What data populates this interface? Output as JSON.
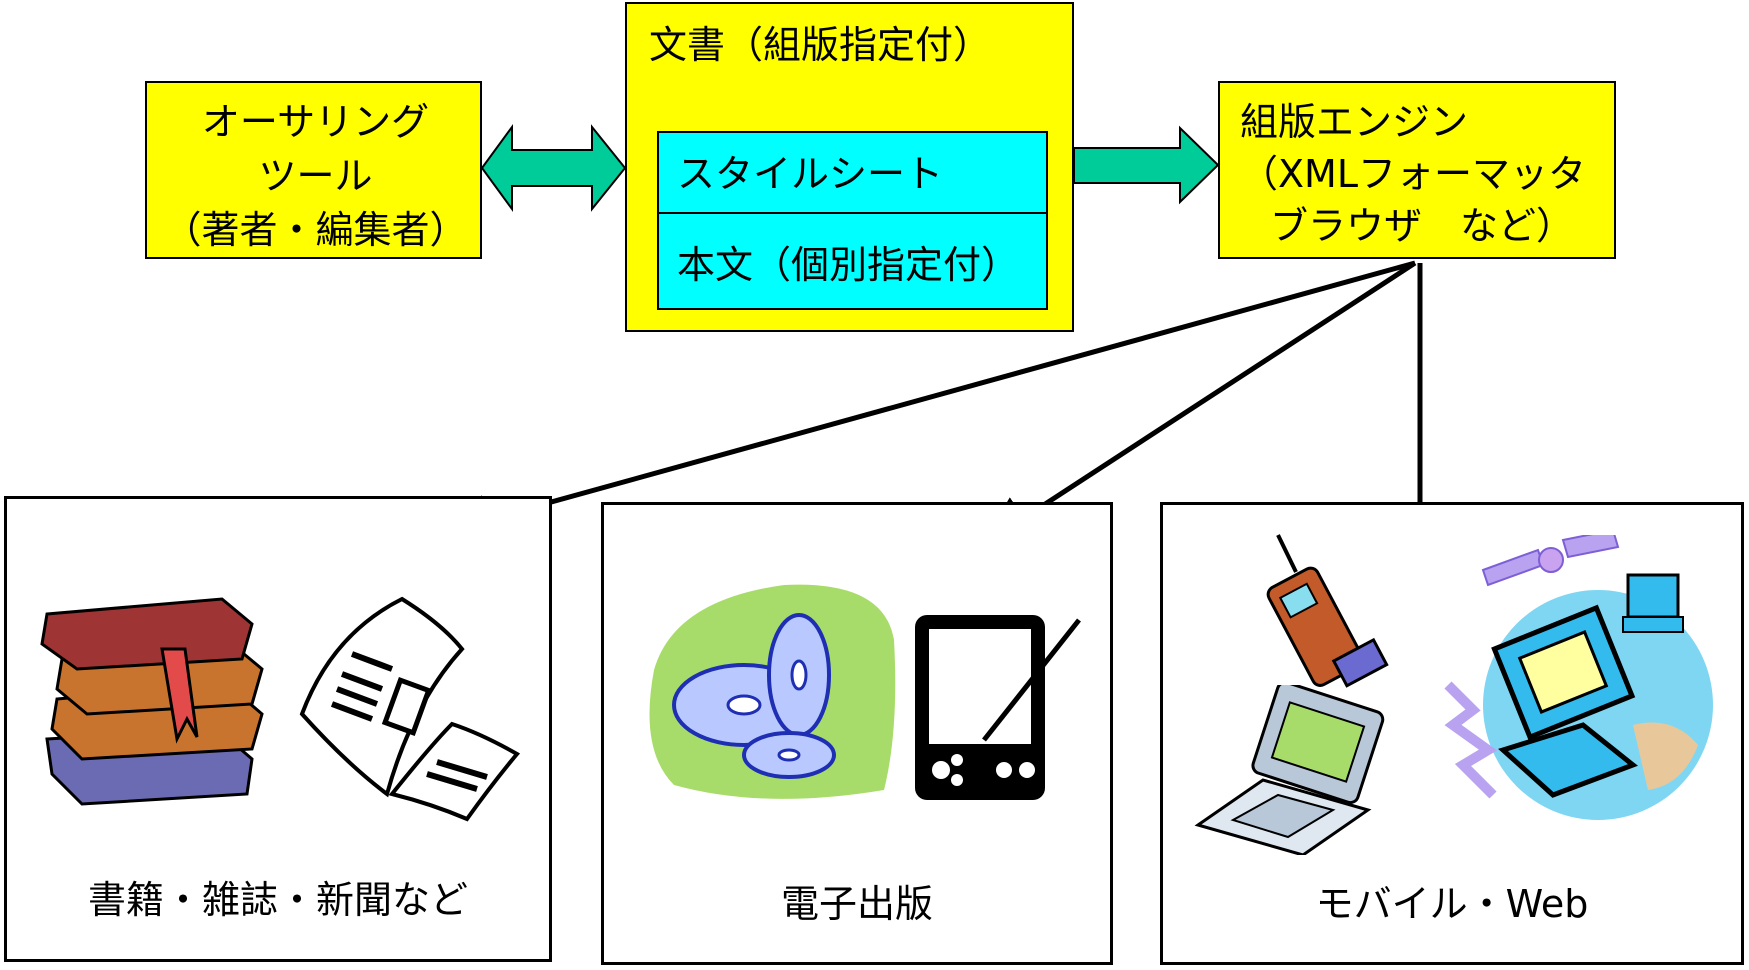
{
  "authoring": {
    "line1": "オーサリング",
    "line2": "ツール",
    "line3": "（著者・編集者）"
  },
  "document": {
    "title": "文書（組版指定付）",
    "stylesheet": "スタイルシート",
    "body": "本文（個別指定付）"
  },
  "engine": {
    "line1": "組版エンジン",
    "line2": "（XMLフォーマッタ",
    "line3": "ブラウザ　など）"
  },
  "outputs": {
    "print": "書籍・雑誌・新聞など",
    "ebook": "電子出版",
    "mobile": "モバイル・Web"
  },
  "colors": {
    "box_fill": "#ffff00",
    "inner_fill": "#00ffff",
    "arrow_fill": "#00cc99",
    "line": "#000000"
  }
}
